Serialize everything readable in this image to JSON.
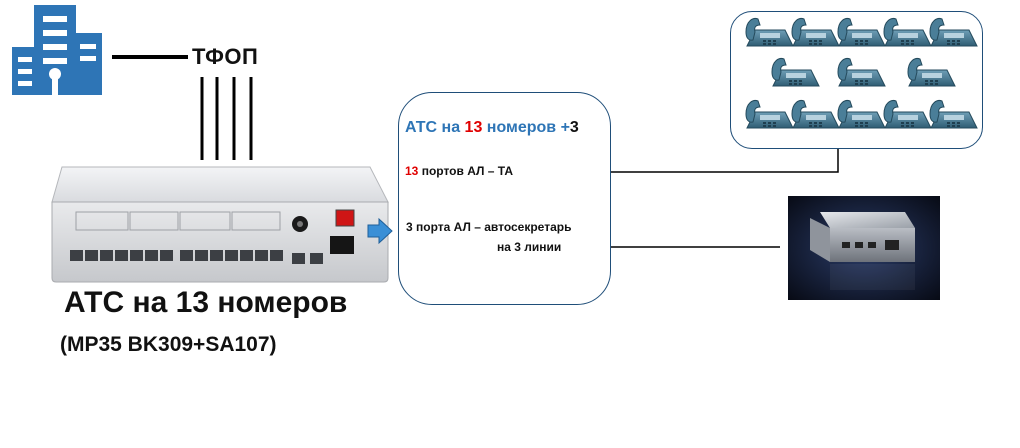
{
  "labels": {
    "tfop": "ТФОП",
    "device_title": "АТС на 13 номеров",
    "device_model": "(MP35 BK309+SA107)"
  },
  "panel": {
    "title_prefix": "АТС на ",
    "title_number": "13",
    "title_middle": " номеров +",
    "title_suffix": "3",
    "line1_number": "13",
    "line1_text": " портов АЛ – ТА",
    "line2": "3 порта АЛ – автосекретарь",
    "line3": "на 3 линии"
  },
  "colors": {
    "accent_blue": "#2e75b6",
    "highlight_red": "#e00000",
    "border": "#1f4e79",
    "building": "#2e75b6"
  },
  "icons": [
    "building-icon",
    "pbx-device",
    "arrow-right-icon",
    "desk-phone-icon",
    "voicemail-box"
  ]
}
